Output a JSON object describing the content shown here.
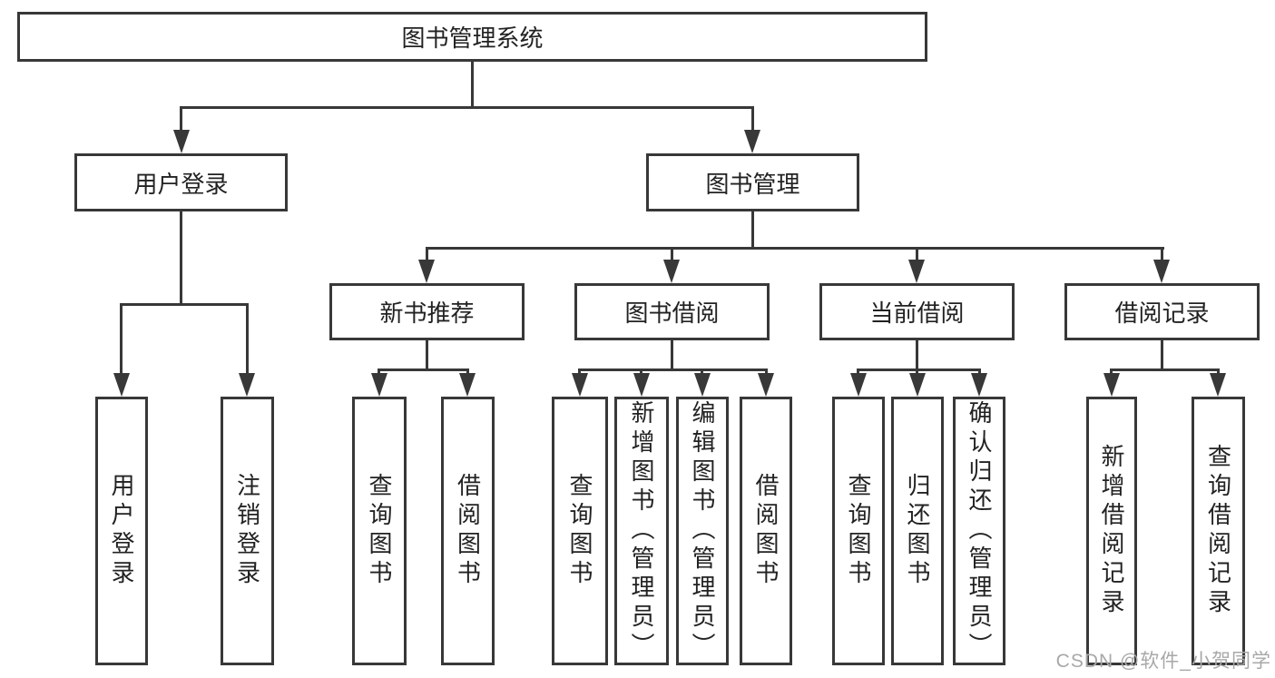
{
  "diagram": {
    "title": "图书管理系统",
    "root": {
      "label": "图书管理系统"
    },
    "branches": [
      {
        "label": "用户登录"
      },
      {
        "label": "图书管理"
      }
    ],
    "modules": [
      {
        "label": "新书推荐"
      },
      {
        "label": "图书借阅"
      },
      {
        "label": "当前借阅"
      },
      {
        "label": "借阅记录"
      }
    ],
    "leaves": [
      {
        "label": "用户登录",
        "parent": "用户登录"
      },
      {
        "label": "注销登录",
        "parent": "用户登录"
      },
      {
        "label": "查询图书",
        "parent": "新书推荐"
      },
      {
        "label": "借阅图书",
        "parent": "新书推荐"
      },
      {
        "label": "查询图书",
        "parent": "图书借阅"
      },
      {
        "label": "新增图书（管理员）",
        "parent": "图书借阅"
      },
      {
        "label": "编辑图书（管理员）",
        "parent": "图书借阅"
      },
      {
        "label": "借阅图书",
        "parent": "图书借阅"
      },
      {
        "label": "查询图书",
        "parent": "当前借阅"
      },
      {
        "label": "归还图书",
        "parent": "当前借阅"
      },
      {
        "label": "确认归还（管理员）",
        "parent": "当前借阅"
      },
      {
        "label": "新增借阅记录",
        "parent": "借阅记录"
      },
      {
        "label": "查询借阅记录",
        "parent": "借阅记录"
      }
    ],
    "colors": {
      "line": "#383838",
      "text": "#222222",
      "background": "#ffffff",
      "watermark": "#a8a8a8"
    }
  },
  "watermark": {
    "text": "CSDN @软件_小贺同学"
  }
}
